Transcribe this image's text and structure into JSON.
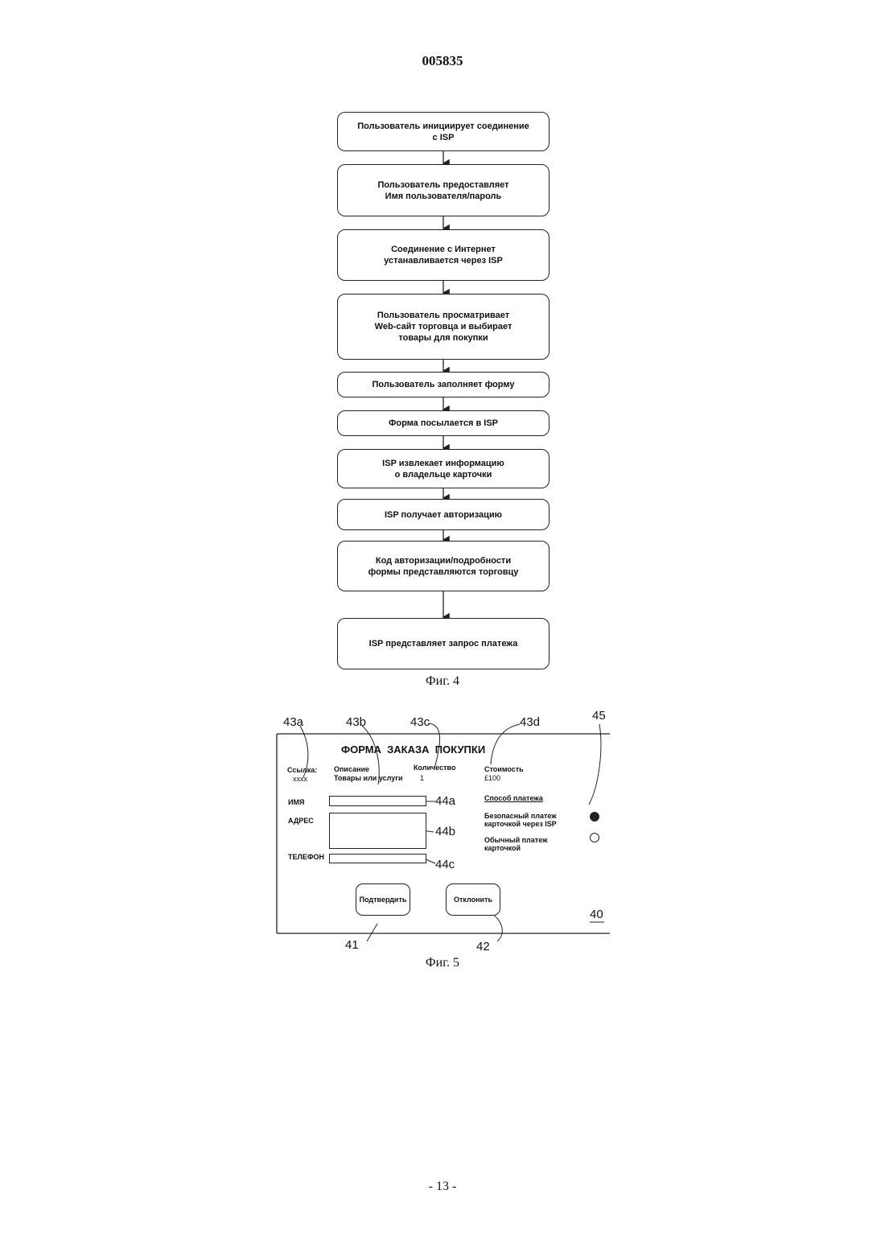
{
  "header": {
    "doc_number": "005835"
  },
  "figure4": {
    "steps": [
      "Пользователь инициирует соединение\nс ISP",
      "Пользователь предоставляет\nИмя пользователя/пароль",
      "Соединение с Интернет\nустанавливается через ISP",
      "Пользователь просматривает\nWeb-сайт торговца и выбирает\nтовары для покупки",
      "Пользователь заполняет форму",
      "Форма посылается в ISP",
      "ISP извлекает информацию\nо владельце карточки",
      "ISP получает авторизацию",
      "Код авторизации/подробности\nформы представляются торговцу",
      "ISP представляет запрос платежа"
    ],
    "caption": "Фиг. 4"
  },
  "figure5": {
    "title": "ФОРМА  ЗАКАЗА  ПОКУПКИ",
    "columns": {
      "ref_label": "Ссылка:",
      "ref_value": "xxxx",
      "desc_label": "Описание",
      "desc_value": "Товары или услуги",
      "qty_label": "Количество",
      "qty_value": "1",
      "cost_label": "Стоимость",
      "cost_value": "£100"
    },
    "fields": {
      "name_label": "ИМЯ",
      "address_label": "АДРЕС",
      "phone_label": "ТЕЛЕФОН"
    },
    "payment": {
      "heading": "Способ платежа",
      "option1": "Безопасный платеж\nкарточкой через ISP",
      "option2": "Обычный платеж\nкарточкой",
      "selected": 1
    },
    "buttons": {
      "confirm": "Подтвердить",
      "reject": "Отклонить"
    },
    "refs": {
      "r43a": "43a",
      "r43b": "43b",
      "r43c": "43c",
      "r43d": "43d",
      "r45": "45",
      "r44a": "44a",
      "r44b": "44b",
      "r44c": "44c",
      "r40": "40",
      "r41": "41",
      "r42": "42"
    },
    "caption": "Фиг. 5"
  },
  "footer": {
    "page_number": "- 13 -"
  }
}
